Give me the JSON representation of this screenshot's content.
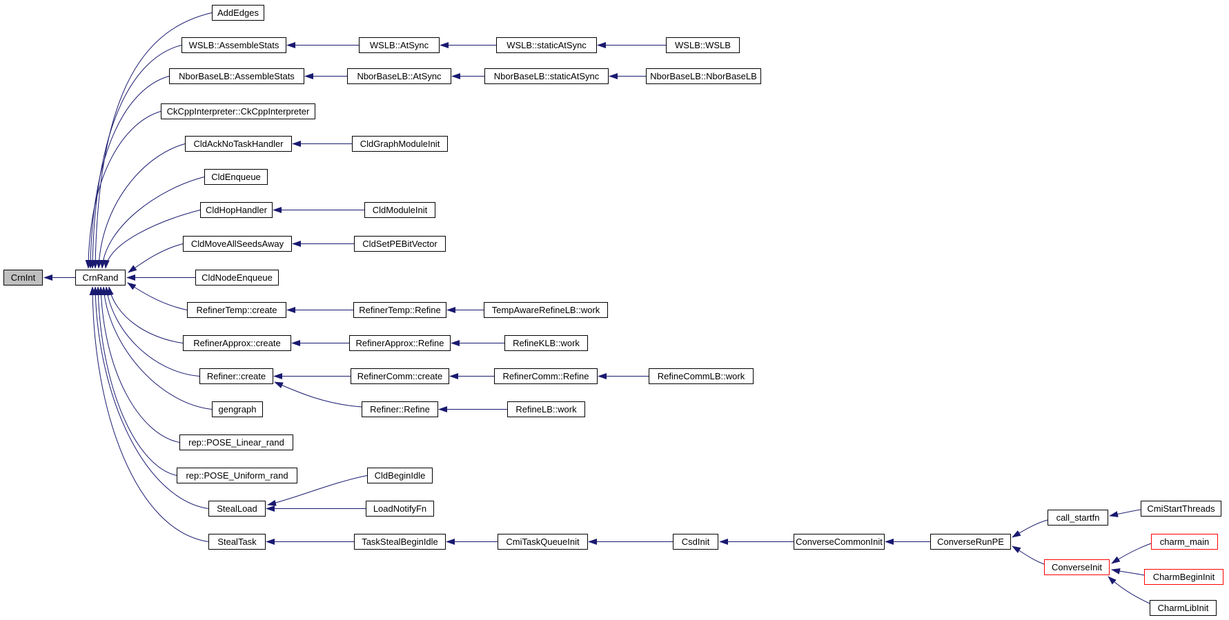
{
  "diagram": {
    "type": "call-graph",
    "description": "Caller graph: functions that call CrnRand, which calls CrnInt",
    "edge_color": "#191970",
    "node_fill": "#ffffff",
    "node_border_color": "#000000",
    "root_node_fill": "#bfbfbf",
    "truncated_node_border_color": "#ff0000"
  },
  "nodes": {
    "crnint": {
      "label": "CrnInt",
      "kind": "root"
    },
    "crnrand": {
      "label": "CrnRand",
      "kind": "normal"
    },
    "addedges": {
      "label": "AddEdges",
      "kind": "normal"
    },
    "wslb_assemblestats": {
      "label": "WSLB::AssembleStats",
      "kind": "normal"
    },
    "wslb_atsync": {
      "label": "WSLB::AtSync",
      "kind": "normal"
    },
    "wslb_staticatsync": {
      "label": "WSLB::staticAtSync",
      "kind": "normal"
    },
    "wslb_wslb": {
      "label": "WSLB::WSLB",
      "kind": "normal"
    },
    "nborbaselb_assemblestats": {
      "label": "NborBaseLB::AssembleStats",
      "kind": "normal"
    },
    "nborbaselb_atsync": {
      "label": "NborBaseLB::AtSync",
      "kind": "normal"
    },
    "nborbaselb_staticatsync": {
      "label": "NborBaseLB::staticAtSync",
      "kind": "normal"
    },
    "nborbaselb_nborbaselb": {
      "label": "NborBaseLB::NborBaseLB",
      "kind": "normal"
    },
    "ckcppinterpreter": {
      "label": "CkCppInterpreter::CkCppInterpreter",
      "kind": "normal"
    },
    "cldacknotaskhandler": {
      "label": "CldAckNoTaskHandler",
      "kind": "normal"
    },
    "cldgraphmoduleinit": {
      "label": "CldGraphModuleInit",
      "kind": "normal"
    },
    "cldenqueue": {
      "label": "CldEnqueue",
      "kind": "normal"
    },
    "cldhophandler": {
      "label": "CldHopHandler",
      "kind": "normal"
    },
    "cldmoduleinit": {
      "label": "CldModuleInit",
      "kind": "normal"
    },
    "cldmoveallseedsaway": {
      "label": "CldMoveAllSeedsAway",
      "kind": "normal"
    },
    "cldsetpebitvector": {
      "label": "CldSetPEBitVector",
      "kind": "normal"
    },
    "cldnodeenqueue": {
      "label": "CldNodeEnqueue",
      "kind": "normal"
    },
    "refinertemp_create": {
      "label": "RefinerTemp::create",
      "kind": "normal"
    },
    "refinertemp_refine": {
      "label": "RefinerTemp::Refine",
      "kind": "normal"
    },
    "tempawarerefinelb_work": {
      "label": "TempAwareRefineLB::work",
      "kind": "normal"
    },
    "refinerapprox_create": {
      "label": "RefinerApprox::create",
      "kind": "normal"
    },
    "refinerapprox_refine": {
      "label": "RefinerApprox::Refine",
      "kind": "normal"
    },
    "refineklb_work": {
      "label": "RefineKLB::work",
      "kind": "normal"
    },
    "refiner_create": {
      "label": "Refiner::create",
      "kind": "normal"
    },
    "refinercomm_create": {
      "label": "RefinerComm::create",
      "kind": "normal"
    },
    "refinercomm_refine": {
      "label": "RefinerComm::Refine",
      "kind": "normal"
    },
    "refinecommlb_work": {
      "label": "RefineCommLB::work",
      "kind": "normal"
    },
    "gengraph": {
      "label": "gengraph",
      "kind": "normal"
    },
    "refiner_refine": {
      "label": "Refiner::Refine",
      "kind": "normal"
    },
    "refinelb_work": {
      "label": "RefineLB::work",
      "kind": "normal"
    },
    "pose_linear_rand": {
      "label": "rep::POSE_Linear_rand",
      "kind": "normal"
    },
    "pose_uniform_rand": {
      "label": "rep::POSE_Uniform_rand",
      "kind": "normal"
    },
    "cldbeginidle": {
      "label": "CldBeginIdle",
      "kind": "normal"
    },
    "stealload": {
      "label": "StealLoad",
      "kind": "normal"
    },
    "loadnotifyfn": {
      "label": "LoadNotifyFn",
      "kind": "normal"
    },
    "stealtask": {
      "label": "StealTask",
      "kind": "normal"
    },
    "taskstealbeginidle": {
      "label": "TaskStealBeginIdle",
      "kind": "normal"
    },
    "cmitaskqueueinit": {
      "label": "CmiTaskQueueInit",
      "kind": "normal"
    },
    "csdinit": {
      "label": "CsdInit",
      "kind": "normal"
    },
    "conversecommoninit": {
      "label": "ConverseCommonInit",
      "kind": "normal"
    },
    "converserunpe": {
      "label": "ConverseRunPE",
      "kind": "normal"
    },
    "call_startfn": {
      "label": "call_startfn",
      "kind": "normal"
    },
    "cmistartthreads": {
      "label": "CmiStartThreads",
      "kind": "normal"
    },
    "charm_main": {
      "label": "charm_main",
      "kind": "truncated"
    },
    "converseinit": {
      "label": "ConverseInit",
      "kind": "truncated"
    },
    "charmbegininit": {
      "label": "CharmBeginInit",
      "kind": "truncated"
    },
    "charmlibinit": {
      "label": "CharmLibInit",
      "kind": "normal"
    }
  },
  "edges": [
    {
      "caller": "crnrand",
      "callee": "crnint"
    },
    {
      "caller": "addedges",
      "callee": "crnrand"
    },
    {
      "caller": "wslb_assemblestats",
      "callee": "crnrand"
    },
    {
      "caller": "nborbaselb_assemblestats",
      "callee": "crnrand"
    },
    {
      "caller": "ckcppinterpreter",
      "callee": "crnrand"
    },
    {
      "caller": "cldacknotaskhandler",
      "callee": "crnrand"
    },
    {
      "caller": "cldenqueue",
      "callee": "crnrand"
    },
    {
      "caller": "cldhophandler",
      "callee": "crnrand"
    },
    {
      "caller": "cldmoveallseedsaway",
      "callee": "crnrand"
    },
    {
      "caller": "cldnodeenqueue",
      "callee": "crnrand"
    },
    {
      "caller": "refinertemp_create",
      "callee": "crnrand"
    },
    {
      "caller": "refinerapprox_create",
      "callee": "crnrand"
    },
    {
      "caller": "refiner_create",
      "callee": "crnrand"
    },
    {
      "caller": "gengraph",
      "callee": "crnrand"
    },
    {
      "caller": "pose_linear_rand",
      "callee": "crnrand"
    },
    {
      "caller": "pose_uniform_rand",
      "callee": "crnrand"
    },
    {
      "caller": "stealload",
      "callee": "crnrand"
    },
    {
      "caller": "stealtask",
      "callee": "crnrand"
    },
    {
      "caller": "wslb_atsync",
      "callee": "wslb_assemblestats"
    },
    {
      "caller": "wslb_staticatsync",
      "callee": "wslb_atsync"
    },
    {
      "caller": "wslb_wslb",
      "callee": "wslb_staticatsync"
    },
    {
      "caller": "nborbaselb_atsync",
      "callee": "nborbaselb_assemblestats"
    },
    {
      "caller": "nborbaselb_staticatsync",
      "callee": "nborbaselb_atsync"
    },
    {
      "caller": "nborbaselb_nborbaselb",
      "callee": "nborbaselb_staticatsync"
    },
    {
      "caller": "cldgraphmoduleinit",
      "callee": "cldacknotaskhandler"
    },
    {
      "caller": "cldmoduleinit",
      "callee": "cldhophandler"
    },
    {
      "caller": "cldsetpebitvector",
      "callee": "cldmoveallseedsaway"
    },
    {
      "caller": "refinertemp_refine",
      "callee": "refinertemp_create"
    },
    {
      "caller": "tempawarerefinelb_work",
      "callee": "refinertemp_refine"
    },
    {
      "caller": "refinerapprox_refine",
      "callee": "refinerapprox_create"
    },
    {
      "caller": "refineklb_work",
      "callee": "refinerapprox_refine"
    },
    {
      "caller": "refinercomm_create",
      "callee": "refiner_create"
    },
    {
      "caller": "refinercomm_refine",
      "callee": "refinercomm_create"
    },
    {
      "caller": "refinecommlb_work",
      "callee": "refinercomm_refine"
    },
    {
      "caller": "refiner_refine",
      "callee": "refiner_create"
    },
    {
      "caller": "refinelb_work",
      "callee": "refiner_refine"
    },
    {
      "caller": "cldbeginidle",
      "callee": "stealload"
    },
    {
      "caller": "loadnotifyfn",
      "callee": "stealload"
    },
    {
      "caller": "taskstealbeginidle",
      "callee": "stealtask"
    },
    {
      "caller": "cmitaskqueueinit",
      "callee": "taskstealbeginidle"
    },
    {
      "caller": "csdinit",
      "callee": "cmitaskqueueinit"
    },
    {
      "caller": "conversecommoninit",
      "callee": "csdinit"
    },
    {
      "caller": "converserunpe",
      "callee": "conversecommoninit"
    },
    {
      "caller": "call_startfn",
      "callee": "converserunpe"
    },
    {
      "caller": "converseinit",
      "callee": "converserunpe"
    },
    {
      "caller": "cmistartthreads",
      "callee": "call_startfn"
    },
    {
      "caller": "charm_main",
      "callee": "converseinit"
    },
    {
      "caller": "charmbegininit",
      "callee": "converseinit"
    },
    {
      "caller": "charmlibinit",
      "callee": "converseinit"
    }
  ]
}
